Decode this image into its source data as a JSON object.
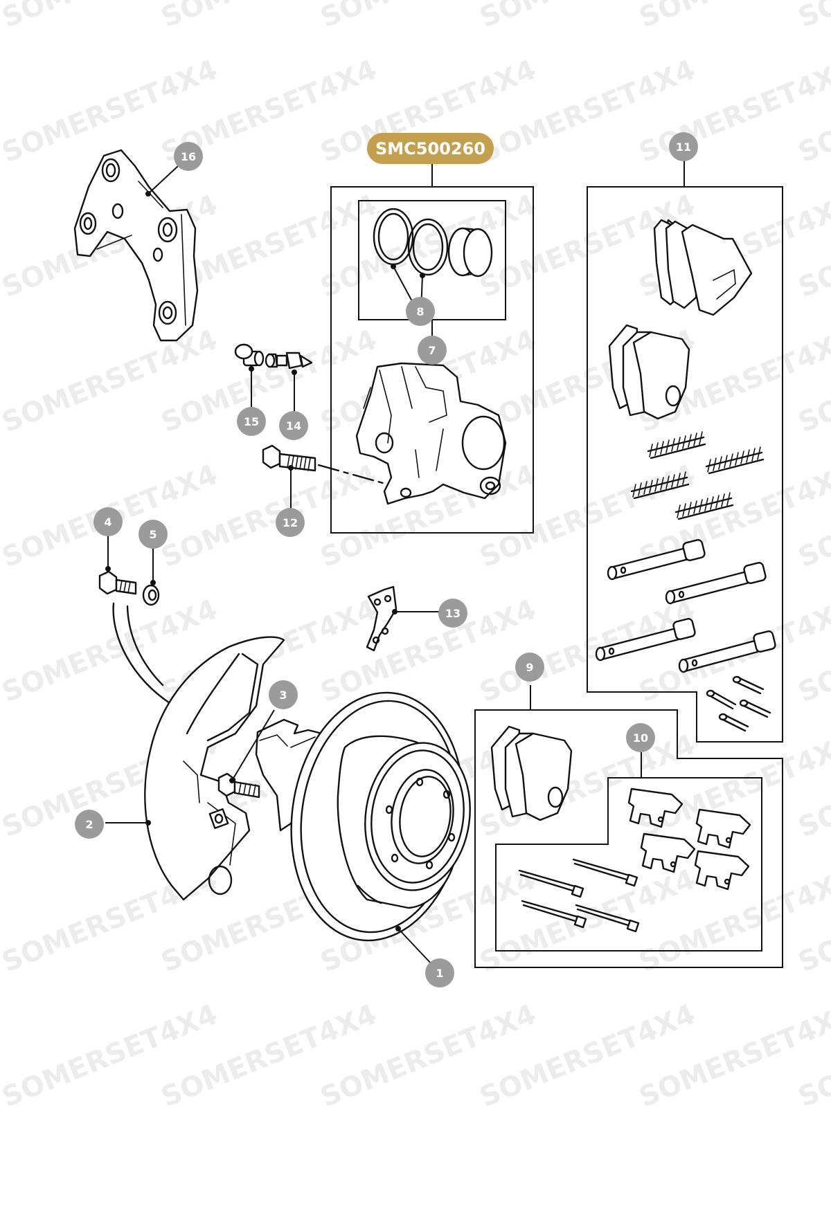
{
  "watermark": "SOMERSET4X4",
  "kit_label": "SMC500260",
  "colors": {
    "kit_label_bg": "#c4a04e",
    "callout_bg": "#9b9b9b",
    "line": "#111111"
  },
  "callouts": [
    {
      "id": "callout-1",
      "label": "1"
    },
    {
      "id": "callout-2",
      "label": "2"
    },
    {
      "id": "callout-3",
      "label": "3"
    },
    {
      "id": "callout-4",
      "label": "4"
    },
    {
      "id": "callout-5",
      "label": "5"
    },
    {
      "id": "callout-7",
      "label": "7"
    },
    {
      "id": "callout-8",
      "label": "8"
    },
    {
      "id": "callout-9",
      "label": "9"
    },
    {
      "id": "callout-10",
      "label": "10"
    },
    {
      "id": "callout-11",
      "label": "11"
    },
    {
      "id": "callout-12",
      "label": "12"
    },
    {
      "id": "callout-13",
      "label": "13"
    },
    {
      "id": "callout-14",
      "label": "14"
    },
    {
      "id": "callout-15",
      "label": "15"
    },
    {
      "id": "callout-16",
      "label": "16"
    }
  ]
}
